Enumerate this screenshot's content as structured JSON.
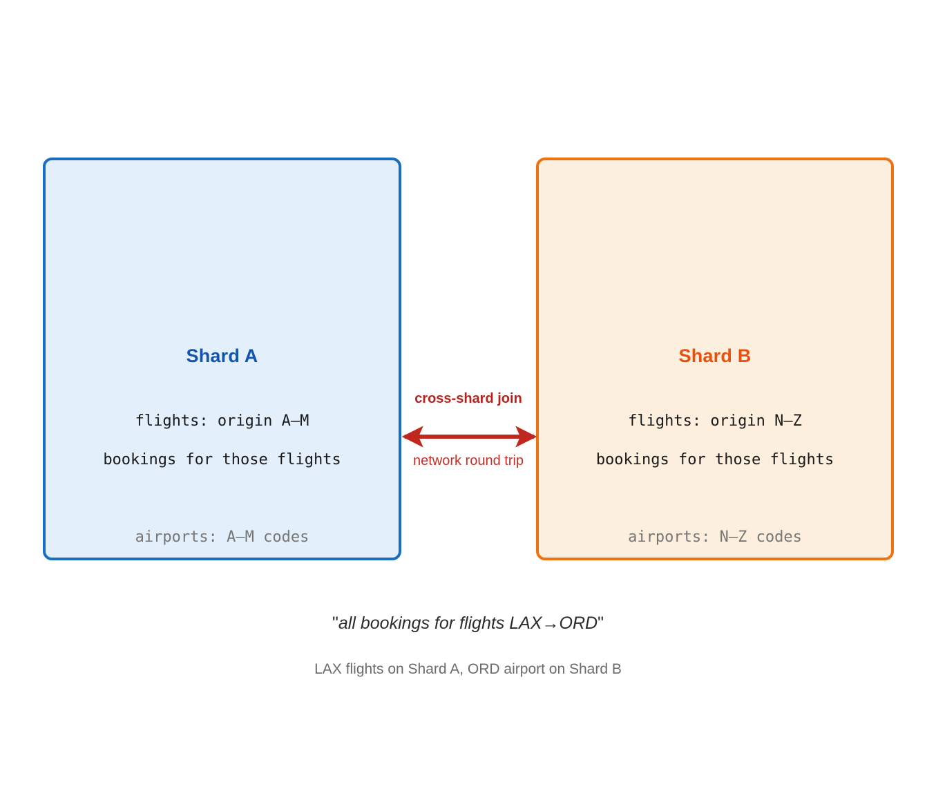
{
  "diagram": {
    "shards": [
      {
        "id": "shard-a",
        "title": "Shard A",
        "title_color": "#1255ab",
        "border_color": "#1a6ec0",
        "fill_color": "#e3effb",
        "lines": [
          "flights: origin A—M",
          "bookings for those flights"
        ],
        "muted_line": "airports: A—M codes"
      },
      {
        "id": "shard-b",
        "title": "Shard B",
        "title_color": "#e8500d",
        "border_color": "#ef7211",
        "fill_color": "#fdefdd",
        "lines": [
          "flights: origin N—Z",
          "bookings for those flights"
        ],
        "muted_line": "airports: N—Z codes"
      }
    ],
    "join": {
      "label": "cross-shard join",
      "sublabel": "network round trip",
      "arrow_color": "#c0281f",
      "label_color": "#b5241f",
      "sublabel_color": "#c62f28",
      "arrow_style": "double-headed-horizontal"
    },
    "captions": {
      "query_open_quote": "\"",
      "query_text": "all bookings for flights LAX→ORD",
      "query_close_quote": "\"",
      "explanation": "LAX flights on Shard A, ORD airport on Shard B"
    }
  }
}
